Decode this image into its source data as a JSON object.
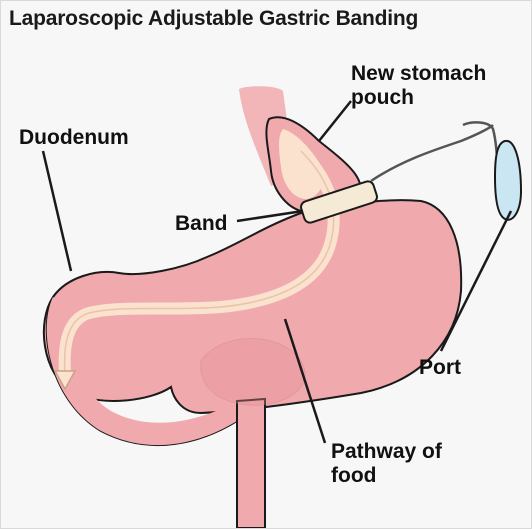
{
  "title": "Laparoscopic Adjustable Gastric Banding",
  "labels": {
    "new_stomach_pouch_line1": "New stomach",
    "new_stomach_pouch_line2": "pouch",
    "duodenum": "Duodenum",
    "band": "Band",
    "port": "Port",
    "pathway_line1": "Pathway of",
    "pathway_line2": "food"
  },
  "colors": {
    "background": "#f7f7f7",
    "stomach_fill": "#f0a9ad",
    "stomach_light": "#f7c7c9",
    "stomach_shadow": "#e58f96",
    "outline": "#1a1a1a",
    "pathway_fill": "#fbe2cf",
    "band_fill": "#f4ead6",
    "port_fill": "#c9e6f2"
  }
}
